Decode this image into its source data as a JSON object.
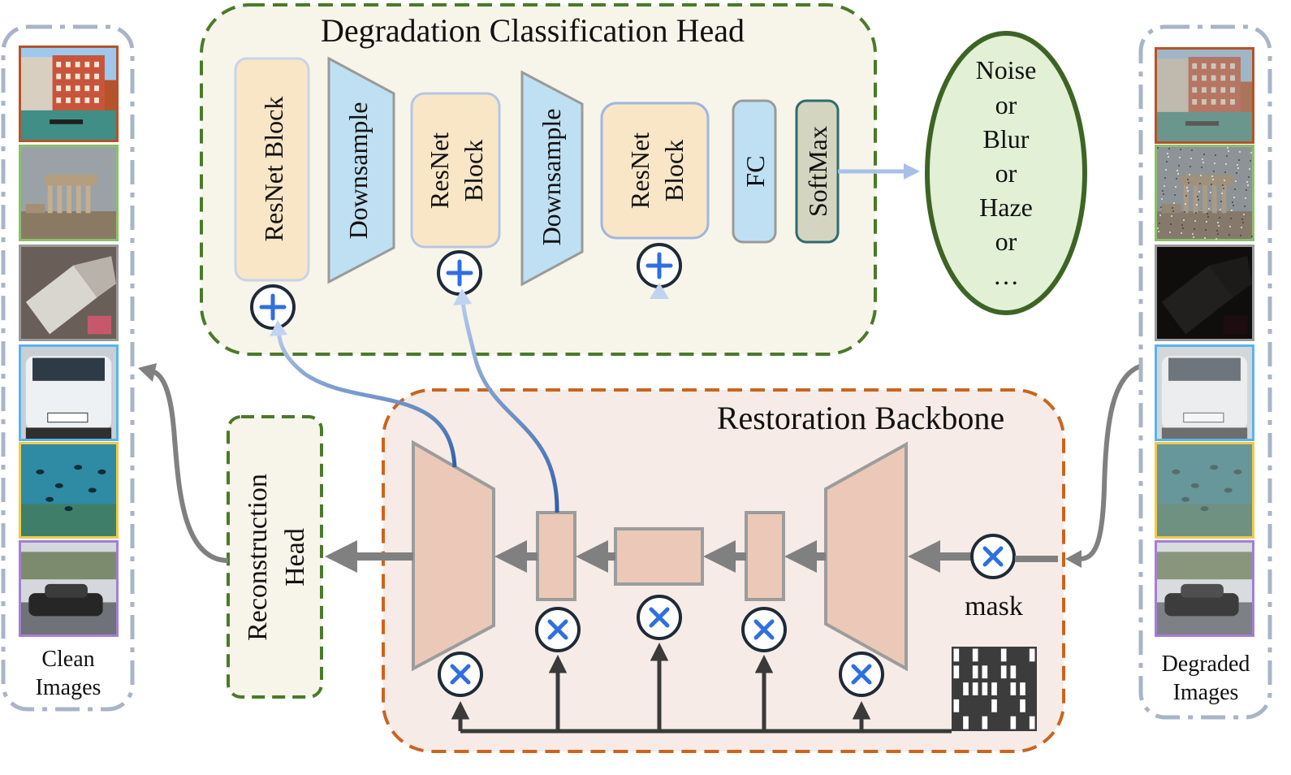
{
  "classification_head": {
    "title": "Degradation Classification Head",
    "resnet_block_1": "ResNet Block",
    "downsample_1": "Downsample",
    "resnet_block_2_line1": "ResNet",
    "resnet_block_2_line2": "Block",
    "downsample_2": "Downsample",
    "resnet_block_3_line1": "ResNet",
    "resnet_block_3_line2": "Block",
    "fc": "FC",
    "softmax": "SoftMax"
  },
  "output_classes": [
    "Noise",
    "or",
    "Blur",
    "or",
    "Haze",
    "or",
    "…"
  ],
  "backbone": {
    "title": "Restoration Backbone",
    "mask_label": "mask"
  },
  "reconstruction_head": {
    "line1": "Reconstruction",
    "line2": "Head"
  },
  "clean_images": {
    "line1": "Clean",
    "line2": "Images",
    "frame_colors": [
      "#b5532a",
      "#8dbf6e",
      "#9a9a9a",
      "#5ab4ea",
      "#f0c94a",
      "#a37fd6"
    ]
  },
  "degraded_images": {
    "line1": "Degraded",
    "line2": "Images",
    "frame_colors": [
      "#b5532a",
      "#8dbf6e",
      "#9a9a9a",
      "#5ab4ea",
      "#f0c94a",
      "#a37fd6"
    ]
  },
  "colors": {
    "green_dash": "#4a7a2a",
    "orange_dash": "#c9651f",
    "gray_dash": "#a9b4c8",
    "block_fill": "#f8e6c6",
    "block_stroke": "#b6c5e4",
    "downsample_fill": "#bfe0f2",
    "unet_fill": "#ecc8b8",
    "unet_stroke": "#9c9c9c",
    "ellipse_fill": "#e2f0d6",
    "ellipse_stroke": "#3e6425"
  },
  "mask_grid": [
    [
      1,
      0,
      1,
      0,
      0,
      1,
      0,
      0,
      1
    ],
    [
      1,
      0,
      1,
      1,
      0,
      1,
      1,
      0,
      0
    ],
    [
      0,
      1,
      1,
      1,
      1,
      0,
      1,
      1,
      0
    ],
    [
      1,
      0,
      0,
      0,
      1,
      0,
      0,
      1,
      0
    ],
    [
      0,
      1,
      0,
      1,
      0,
      0,
      1,
      0,
      1
    ]
  ]
}
